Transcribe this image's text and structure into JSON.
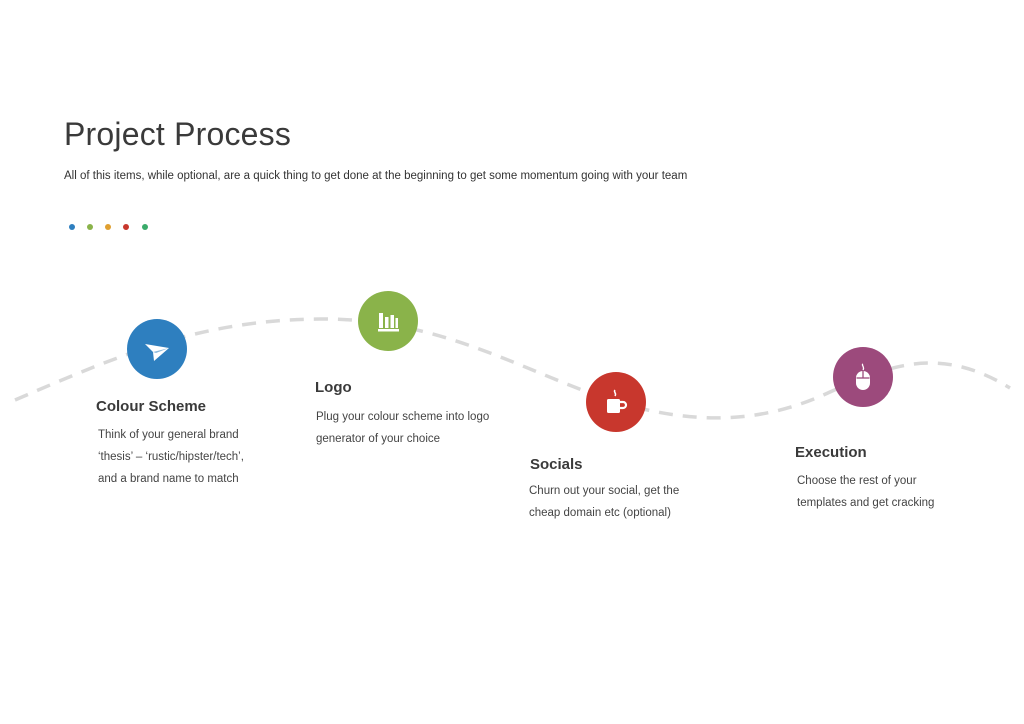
{
  "page": {
    "title": "Project Process",
    "subtitle": "All of this items, while optional, are a quick thing to get done at the beginning to get some momentum going with your team"
  },
  "palette_dots": [
    "#2e7fbf",
    "#8ab34a",
    "#e0a030",
    "#c8372d",
    "#3aab6a"
  ],
  "wave_color": "#d9d9d9",
  "steps": [
    {
      "title": "Colour Scheme",
      "lines": [
        "Think of your general brand",
        "‘thesis’ – ‘rustic/hipster/tech’,",
        "and a brand name to match"
      ],
      "color": "#2e7fbf",
      "icon": "paper-plane-icon"
    },
    {
      "title": "Logo",
      "lines": [
        "Plug your colour scheme into logo",
        "generator of your choice"
      ],
      "color": "#8ab34a",
      "icon": "bar-chart-icon"
    },
    {
      "title": "Socials",
      "lines": [
        "Churn out your social, get the",
        "cheap domain etc (optional)"
      ],
      "color": "#c8372d",
      "icon": "coffee-cup-icon"
    },
    {
      "title": "Execution",
      "lines": [
        "Choose the rest of your",
        "templates and get cracking"
      ],
      "color": "#9c4a7c",
      "icon": "mouse-icon"
    }
  ]
}
